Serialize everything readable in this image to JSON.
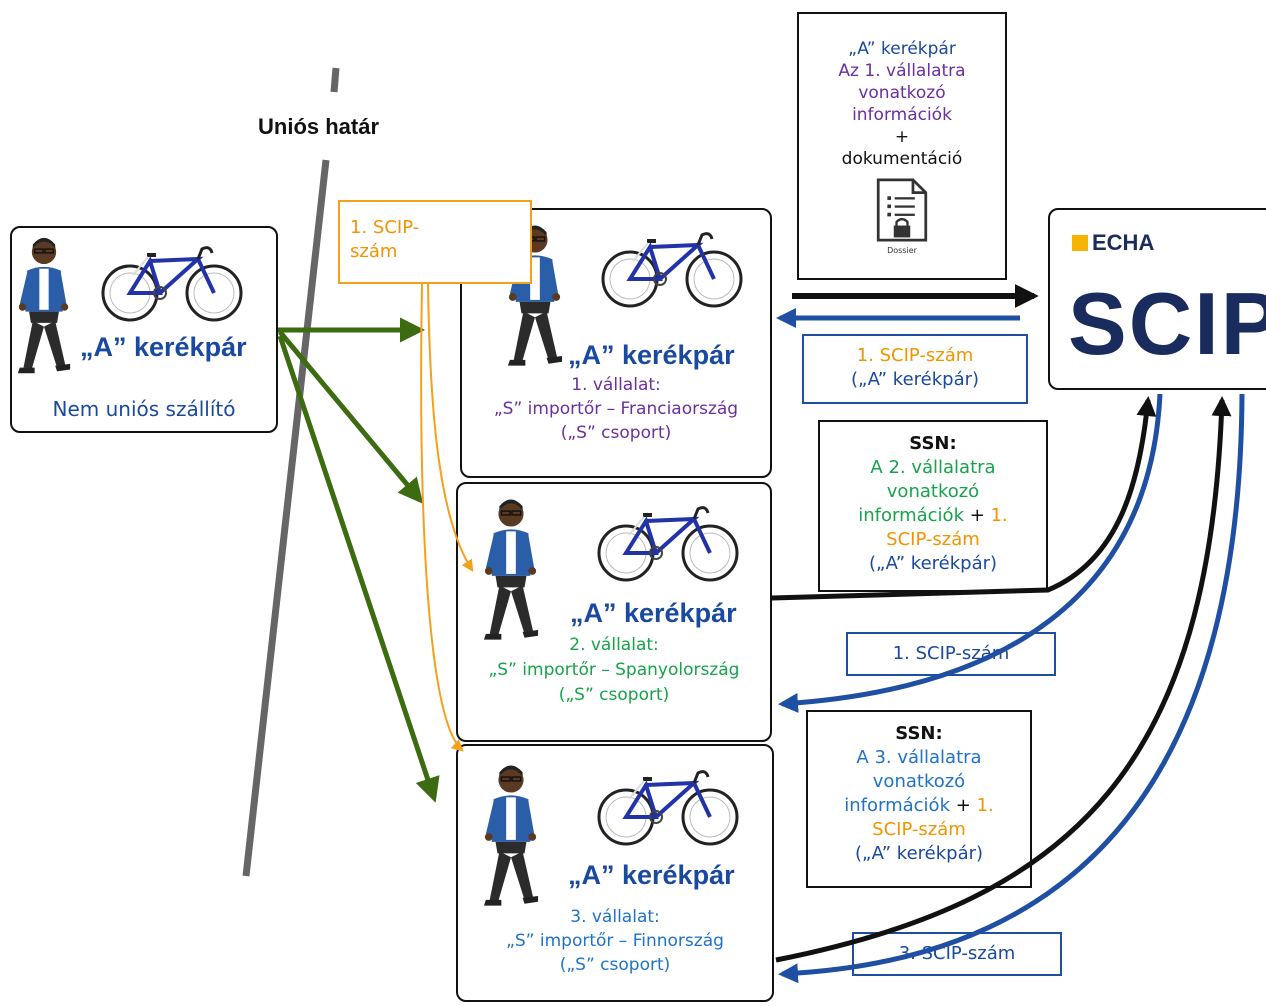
{
  "border_label": "Uniós határ",
  "supplier": {
    "product": "„A” kerékpár",
    "caption": "Nem uniós szállító"
  },
  "scip_number_box": {
    "line1": "1. SCIP-",
    "line2": "szám"
  },
  "company1": {
    "product": "„A” kerékpár",
    "line1": "1. vállalat:",
    "line2": "„S” importőr – Franciaország",
    "line3": "(„S” csoport)"
  },
  "company2": {
    "product": "„A” kerékpár",
    "line1": "2. vállalat:",
    "line2": "„S” importőr – Spanyolország",
    "line3": "(„S” csoport)"
  },
  "company3": {
    "product": "„A” kerékpár",
    "line1": "3. vállalat:",
    "line2": "„S” importőr – Finnország",
    "line3": "(„S” csoport)"
  },
  "dossier_box": {
    "line1": "„A” kerékpár",
    "line2": "Az 1. vállalatra",
    "line3": "vonatkozó",
    "line4": "információk",
    "plus": "+",
    "line5": "dokumentáció",
    "icon_label": "Dossier"
  },
  "echa": {
    "logo_text": "ECHA",
    "scip_text": "SCIP"
  },
  "response1": {
    "line1": "1. SCIP-szám",
    "line2": "(„A” kerékpár)"
  },
  "ssn2": {
    "title": "SSN:",
    "line1": "A 2. vállalatra",
    "line2": "vonatkozó",
    "line3a": "információk",
    "plus": "+",
    "line3b": "1.",
    "line4": "SCIP-szám",
    "line5": "(„A” kerékpár)"
  },
  "response2": {
    "label": "1. SCIP-szám"
  },
  "ssn3": {
    "title": "SSN:",
    "line1": "A 3. vállalatra",
    "line2": "vonatkozó",
    "line3a": "információk",
    "plus": "+",
    "line3b": "1.",
    "line4": "SCIP-szám",
    "line5": "(„A” kerékpár)"
  },
  "response3": {
    "label": "3. SCIP-szám"
  },
  "colors": {
    "green_arrow": "#3d6b12",
    "orange_arrow": "#f5a01a",
    "blue_arrow": "#1f4fa3",
    "black_arrow": "#111111",
    "border_line": "#666666"
  }
}
